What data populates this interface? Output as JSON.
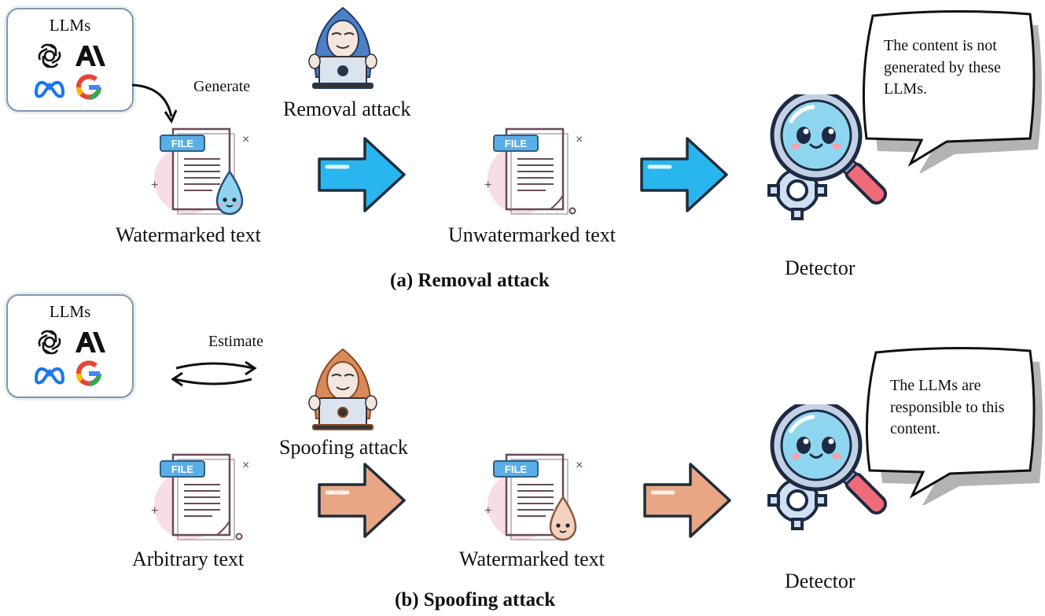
{
  "panel_a": {
    "llm_box_title": "LLMs",
    "generate_label": "Generate",
    "attacker_label": "Removal attack",
    "input_label": "Watermarked text",
    "output_label": "Unwatermarked text",
    "detector_label": "Detector",
    "speech": [
      "The content is not",
      "generated by these",
      "LLMs."
    ],
    "caption": "(a) Removal attack",
    "file_tag": "FILE",
    "arrow_color": "#29b6ee",
    "attacker_color": "#4d7fc4"
  },
  "panel_b": {
    "llm_box_title": "LLMs",
    "estimate_label": "Estimate",
    "attacker_label": "Spoofing attack",
    "input_label": "Arbitrary text",
    "output_label": "Watermarked text",
    "detector_label": "Detector",
    "speech": [
      "The LLMs are",
      "responsible to this",
      "content."
    ],
    "caption": "(b) Spoofing attack",
    "file_tag": "FILE",
    "arrow_color": "#e8a684",
    "attacker_color": "#d98a5a"
  },
  "icons": [
    "openai-icon",
    "anthropic-icon",
    "meta-icon",
    "google-icon"
  ]
}
